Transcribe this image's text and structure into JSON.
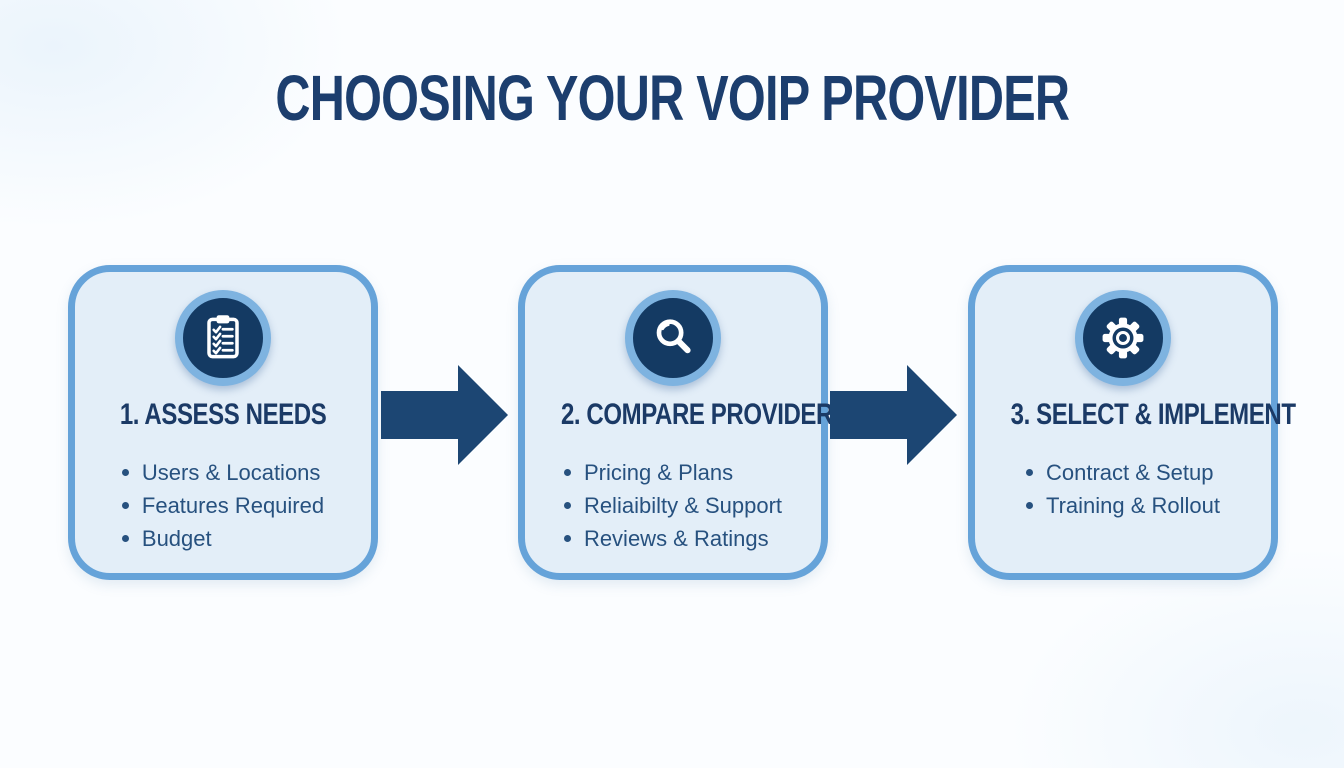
{
  "title": "CHOOSING YOUR VOIP PROVIDER",
  "palette": {
    "background": "#fbfdff",
    "card_fill": "#e3eef8",
    "card_border": "#66a3d9",
    "icon_ring": "#7eb3e0",
    "icon_circle_fill": "#143a63",
    "icon_glyph": "#ffffff",
    "arrow": "#1c4673",
    "title_text": "#1c3e6e",
    "heading_text": "#1b3a66",
    "body_text": "#27517f"
  },
  "steps": [
    {
      "heading": "1. ASSESS NEEDS",
      "icon": "clipboard-checklist-icon",
      "bullets": [
        "Users & Locations",
        "Features Required",
        "Budget"
      ]
    },
    {
      "heading": "2. COMPARE PROVIDERS",
      "icon": "magnifier-icon",
      "bullets": [
        "Pricing & Plans",
        "Reliaibilty & Support",
        "Reviews & Ratings"
      ]
    },
    {
      "heading": "3. SELECT & IMPLEMENT",
      "icon": "gear-icon",
      "bullets": [
        "Contract & Setup",
        "Training & Rollout"
      ]
    }
  ]
}
